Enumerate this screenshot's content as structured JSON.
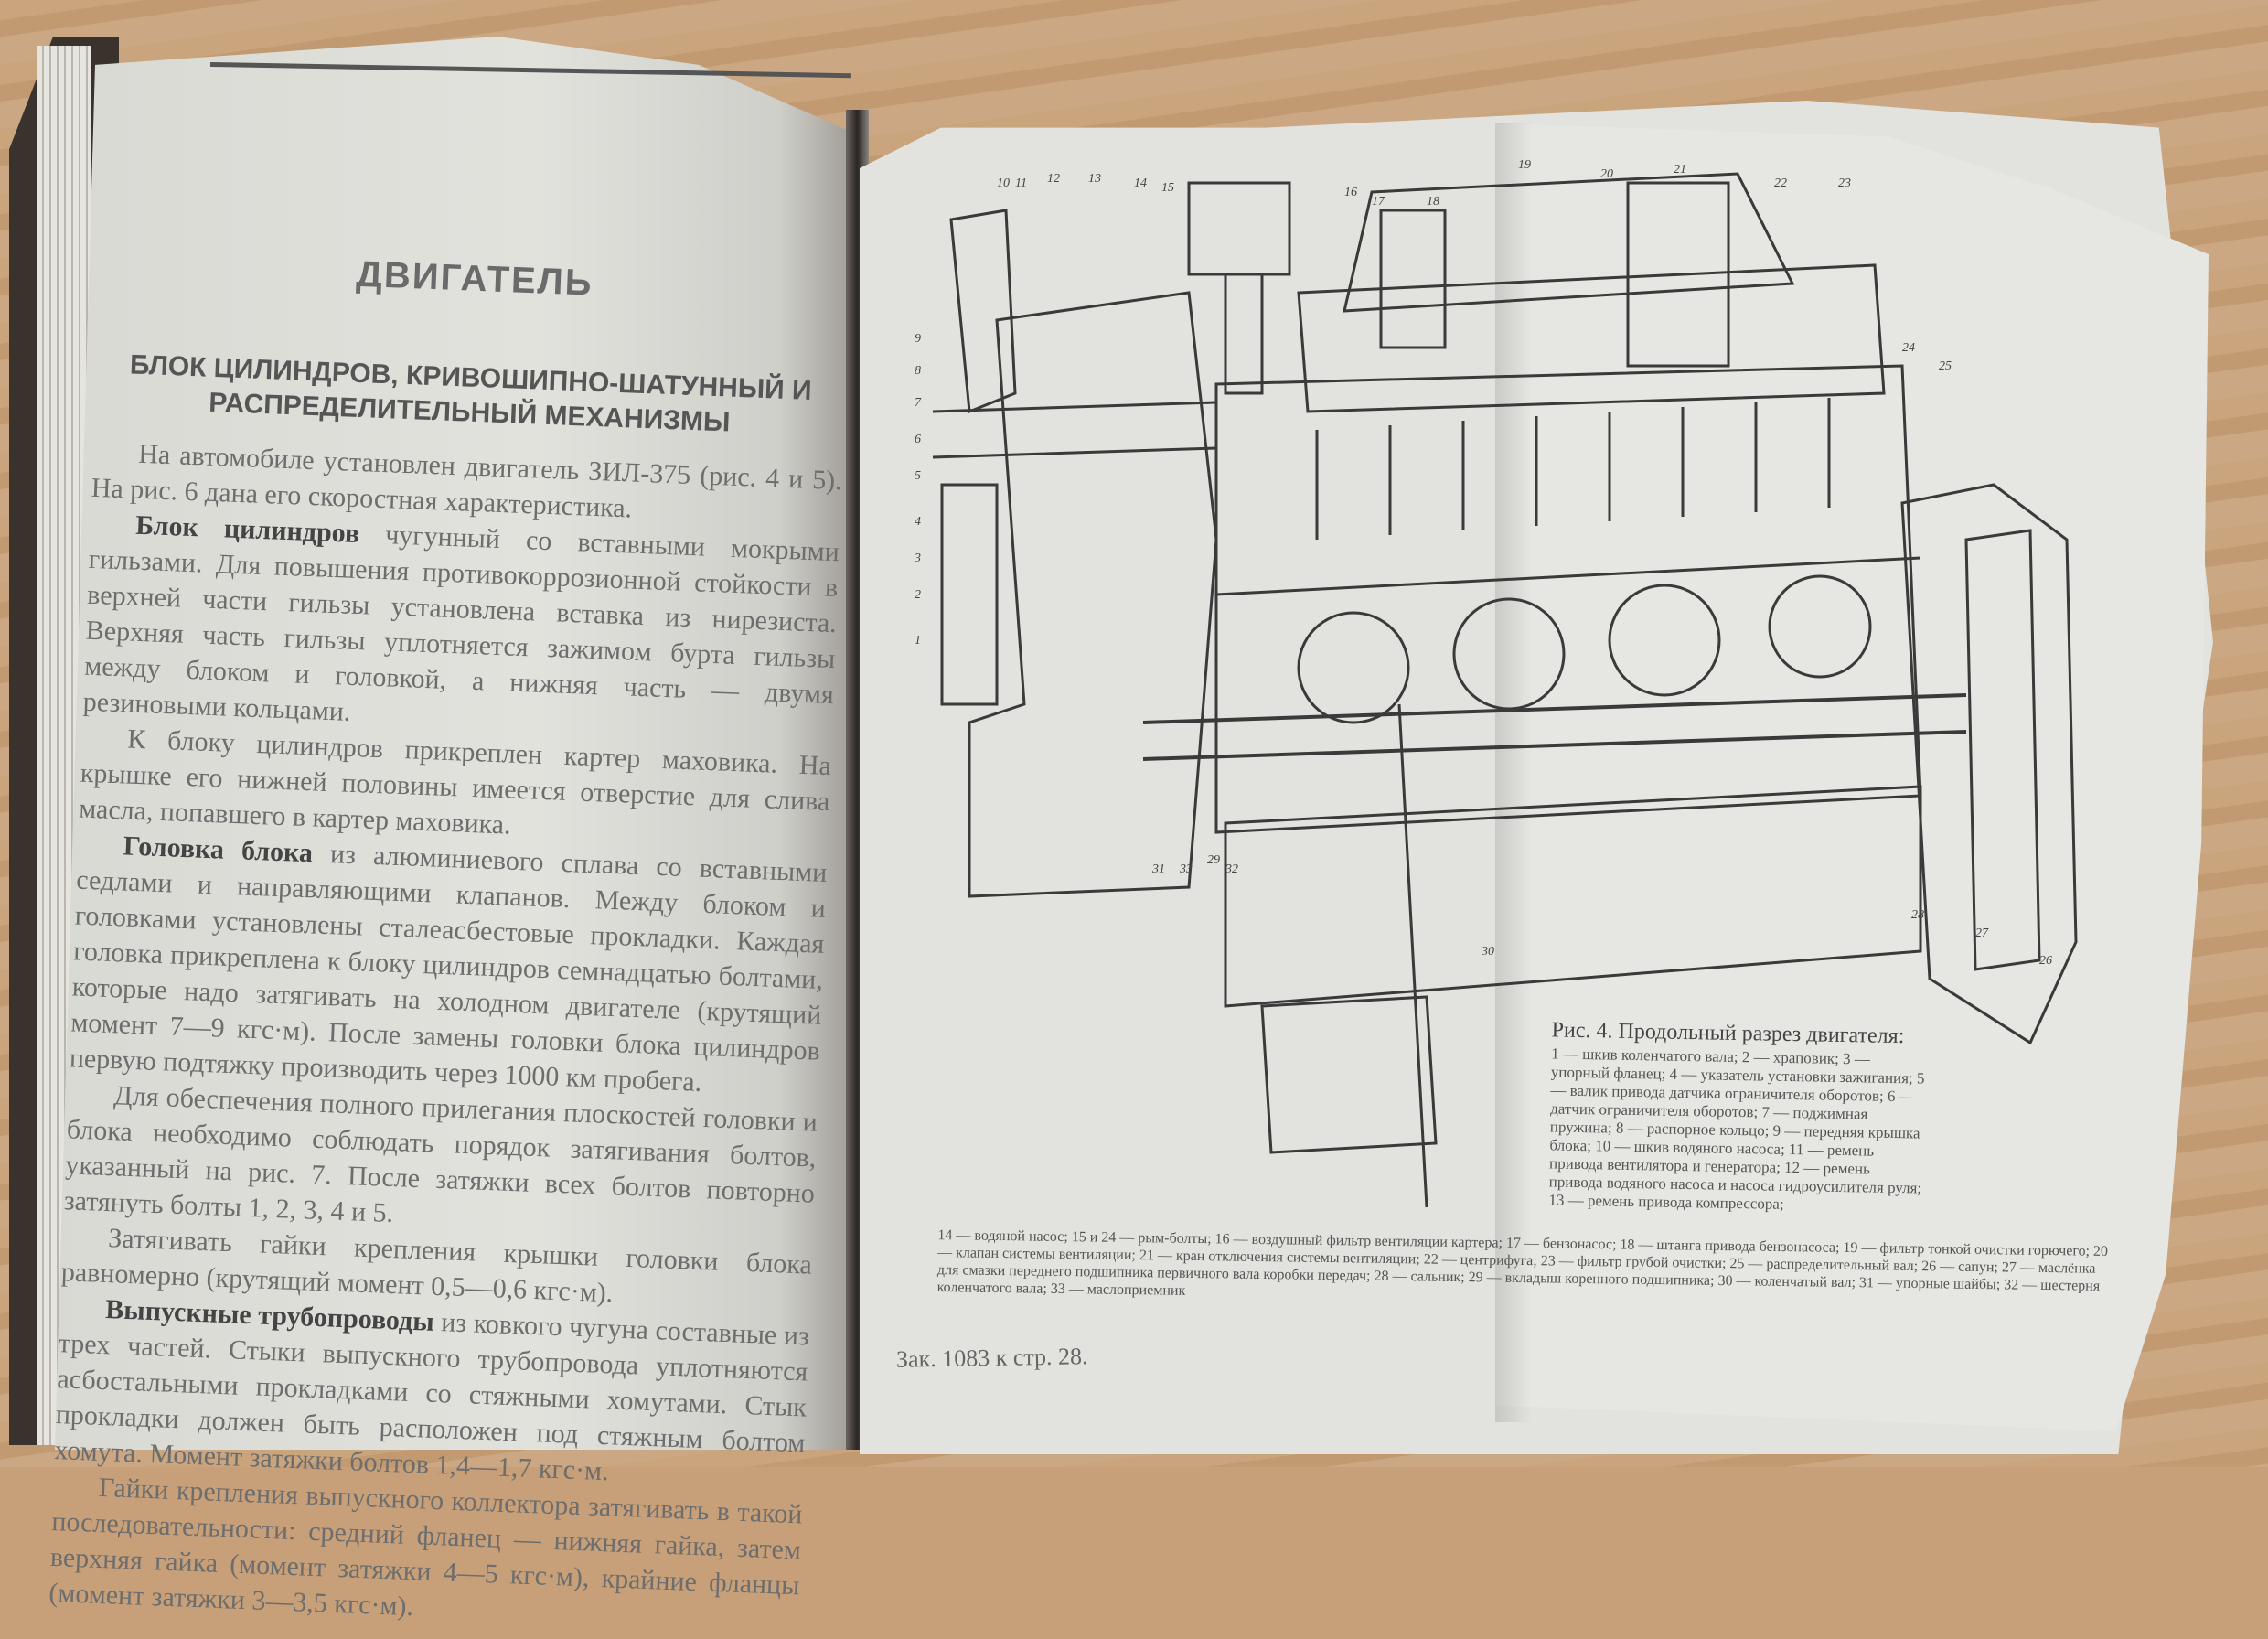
{
  "left_page": {
    "chapter_title": "ДВИГАТЕЛЬ",
    "section_title": "БЛОК ЦИЛИНДРОВ, КРИВОШИПНО-ШАТУННЫЙ И РАСПРЕДЕЛИТЕЛЬНЫЙ МЕХАНИЗМЫ",
    "paragraphs": [
      {
        "lead": "",
        "text": "На автомобиле установлен двигатель ЗИЛ-375 (рис. 4 и 5). На рис. 6 дана его скоростная характеристика."
      },
      {
        "lead": "Блок цилиндров",
        "text": " чугунный со вставными мокрыми гильзами. Для повышения противокоррозионной стойкости в верхней части гильзы установлена вставка из нирезиста. Верхняя часть гильзы уплотняется зажимом бурта гильзы между блоком и головкой, а нижняя часть — двумя резиновыми кольцами."
      },
      {
        "lead": "",
        "text": "К блоку цилиндров прикреплен картер маховика. На крышке его нижней половины имеется отверстие для слива масла, попавшего в картер маховика."
      },
      {
        "lead": "Головка блока",
        "text": " из алюминиевого сплава со вставными седлами и направляющими клапанов. Между блоком и головками установлены сталеасбестовые прокладки. Каждая головка прикреплена к блоку цилиндров семнадцатью болтами, которые надо затягивать на холодном двигателе (крутящий момент 7—9 кгс·м). После замены головки блока цилиндров первую подтяжку производить через 1000 км пробега."
      },
      {
        "lead": "",
        "text": "Для обеспечения полного прилегания плоскостей головки и блока необходимо соблюдать порядок затягивания болтов, указанный на рис. 7. После затяжки всех болтов повторно затянуть болты 1, 2, 3, 4 и 5."
      },
      {
        "lead": "",
        "text": "Затягивать гайки крепления крышки головки блока равномерно (крутящий момент 0,5—0,6 кгс·м)."
      },
      {
        "lead": "Выпускные трубопроводы",
        "text": " из ковкого чугуна составные из трех частей. Стыки выпускного трубопровода уплотняются асбостальными прокладками со стяжными хомутами. Стык прокладки должен быть расположен под стяжным болтом хомута. Момент затяжки болтов 1,4—1,7 кгс·м."
      },
      {
        "lead": "",
        "text": "Гайки крепления выпускного коллектора затягивать в такой последовательности: средний фланец — нижняя гайка, затем верхняя гайка (момент затяжки 4—5 кгс·м), крайние фланцы (момент затяжки 3—3,5 кгс·м)."
      }
    ]
  },
  "right_page": {
    "figure_caption_title": "Рис. 4. Продольный разрез двигателя:",
    "figure_caption_items": "1 — шкив коленчатого вала; 2 — храповик; 3 — упорный фланец; 4 — указатель установки зажигания; 5 — валик привода датчика ограничителя оборотов; 6 — датчик ограничителя оборотов; 7 — поджимная пружина; 8 — распорное кольцо; 9 — передняя крышка блока; 10 — шкив водяного насоса; 11 — ремень привода вентилятора и генератора; 12 — ремень привода водяного насоса и насоса гидроусилителя руля; 13 — ремень привода компрессора;",
    "figure_legend": "14 — водяной насос; 15 и 24 — рым-болты; 16 — воздушный фильтр вентиляции картера; 17 — бензонасос; 18 — штанга привода бензонасоса; 19 — фильтр тонкой очистки горючего; 20 — клапан системы вентиляции; 21 — кран отключения системы вентиляции; 22 — центрифуга; 23 — фильтр грубой очистки; 25 — распределительный вал; 26 — сапун; 27 — маслёнка для смазки переднего подшипника первичного вала коробки передач; 28 — сальник; 29 — вкладыш коренного подшипника; 30 — коленчатый вал; 31 — упорные шайбы; 32 — шестерня коленчатого вала; 33 — маслоприемник",
    "footer": "Зак. 1083 к стр. 28.",
    "callout_numbers": [
      "10",
      "11",
      "12",
      "13",
      "14",
      "15",
      "16",
      "17",
      "18",
      "19",
      "20",
      "21",
      "22",
      "23",
      "24",
      "25",
      "9",
      "8",
      "7",
      "6",
      "5",
      "4",
      "3",
      "2",
      "1",
      "29",
      "30",
      "31",
      "32",
      "33",
      "28",
      "27",
      "26"
    ]
  }
}
